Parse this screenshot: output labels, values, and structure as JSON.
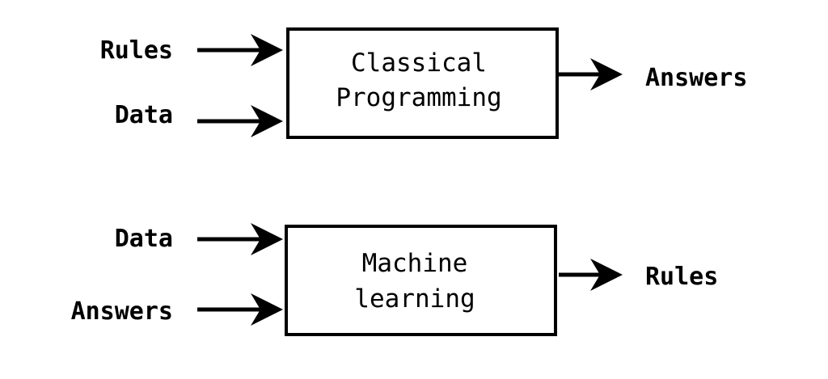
{
  "classical": {
    "inputs": [
      "Rules",
      "Data"
    ],
    "box_lines": [
      "Classical",
      "Programming"
    ],
    "output": "Answers"
  },
  "ml": {
    "inputs": [
      "Data",
      "Answers"
    ],
    "box_lines": [
      "Machine",
      "learning"
    ],
    "output": "Rules"
  },
  "colors": {
    "line": "#000000",
    "background": "#ffffff"
  }
}
